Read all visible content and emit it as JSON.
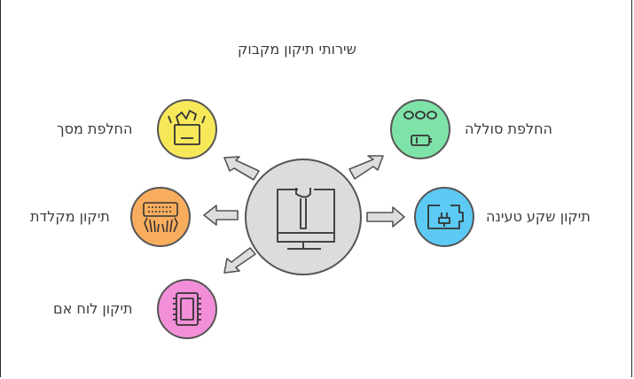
{
  "diagram": {
    "title": "שירותי תיקון מקבוק",
    "center": {
      "icon": "wrench-monitor-icon",
      "fill": "#dcdcdc"
    },
    "services": [
      {
        "label": "החלפת סוללה",
        "icon": "battery-icon",
        "fill": "#7ee3a8"
      },
      {
        "label": "תיקון שקע טעינה",
        "icon": "charging-plug-icon",
        "fill": "#5ccaf4"
      },
      {
        "label": "החלפת מסך",
        "icon": "broken-screen-icon",
        "fill": "#f7e85a"
      },
      {
        "label": "תיקון מקלדת",
        "icon": "keyboard-hands-icon",
        "fill": "#f8ad5e"
      },
      {
        "label": "תיקון לוח אם",
        "icon": "motherboard-chip-icon",
        "fill": "#f28fd8"
      }
    ]
  }
}
